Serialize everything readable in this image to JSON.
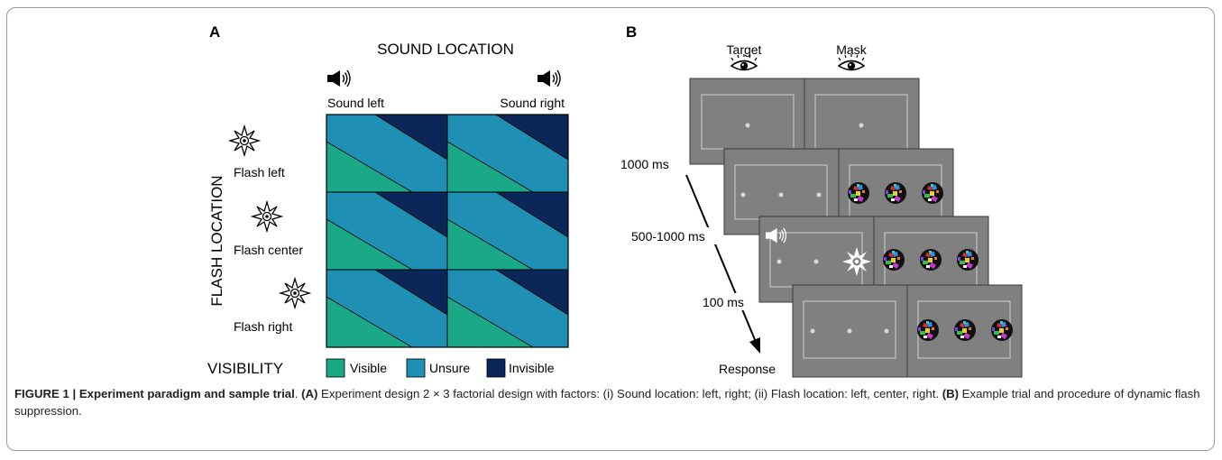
{
  "panelA": {
    "label": "A",
    "sound_location_title": "SOUND  LOCATION",
    "sound_left": "Sound left",
    "sound_right": "Sound right",
    "flash_location_title": "FLASH  LOCATION",
    "flash_rows": [
      "Flash left",
      "Flash center",
      "Flash right"
    ],
    "visibility_title": "VISIBILITY",
    "legend": [
      {
        "label": "Visible",
        "color": "#1aa886"
      },
      {
        "label": "Unsure",
        "color": "#1f8fb3"
      },
      {
        "label": "Invisible",
        "color": "#0b2759"
      }
    ],
    "icons": [
      "speaker-icon",
      "flash-star-icon"
    ]
  },
  "panelB": {
    "label": "B",
    "target_label": "Target",
    "mask_label": "Mask",
    "timings": [
      "1000 ms",
      "500-1000 ms",
      "100 ms"
    ],
    "response_label": "Response",
    "icons": [
      "eye-icon",
      "speaker-icon",
      "flash-star-icon",
      "mask-disc-icon"
    ],
    "screen_color": "#808080"
  },
  "caption": {
    "figure_label": "FIGURE 1 | Experiment paradigm and sample trial",
    "a_tag": "(A)",
    "a_text": " Experiment design 2 × 3 factorial design with factors: (i) Sound location: left, right; (ii) Flash location: left, center, right. ",
    "b_tag": "(B)",
    "b_text": " Example trial and procedure of dynamic flash suppression."
  }
}
